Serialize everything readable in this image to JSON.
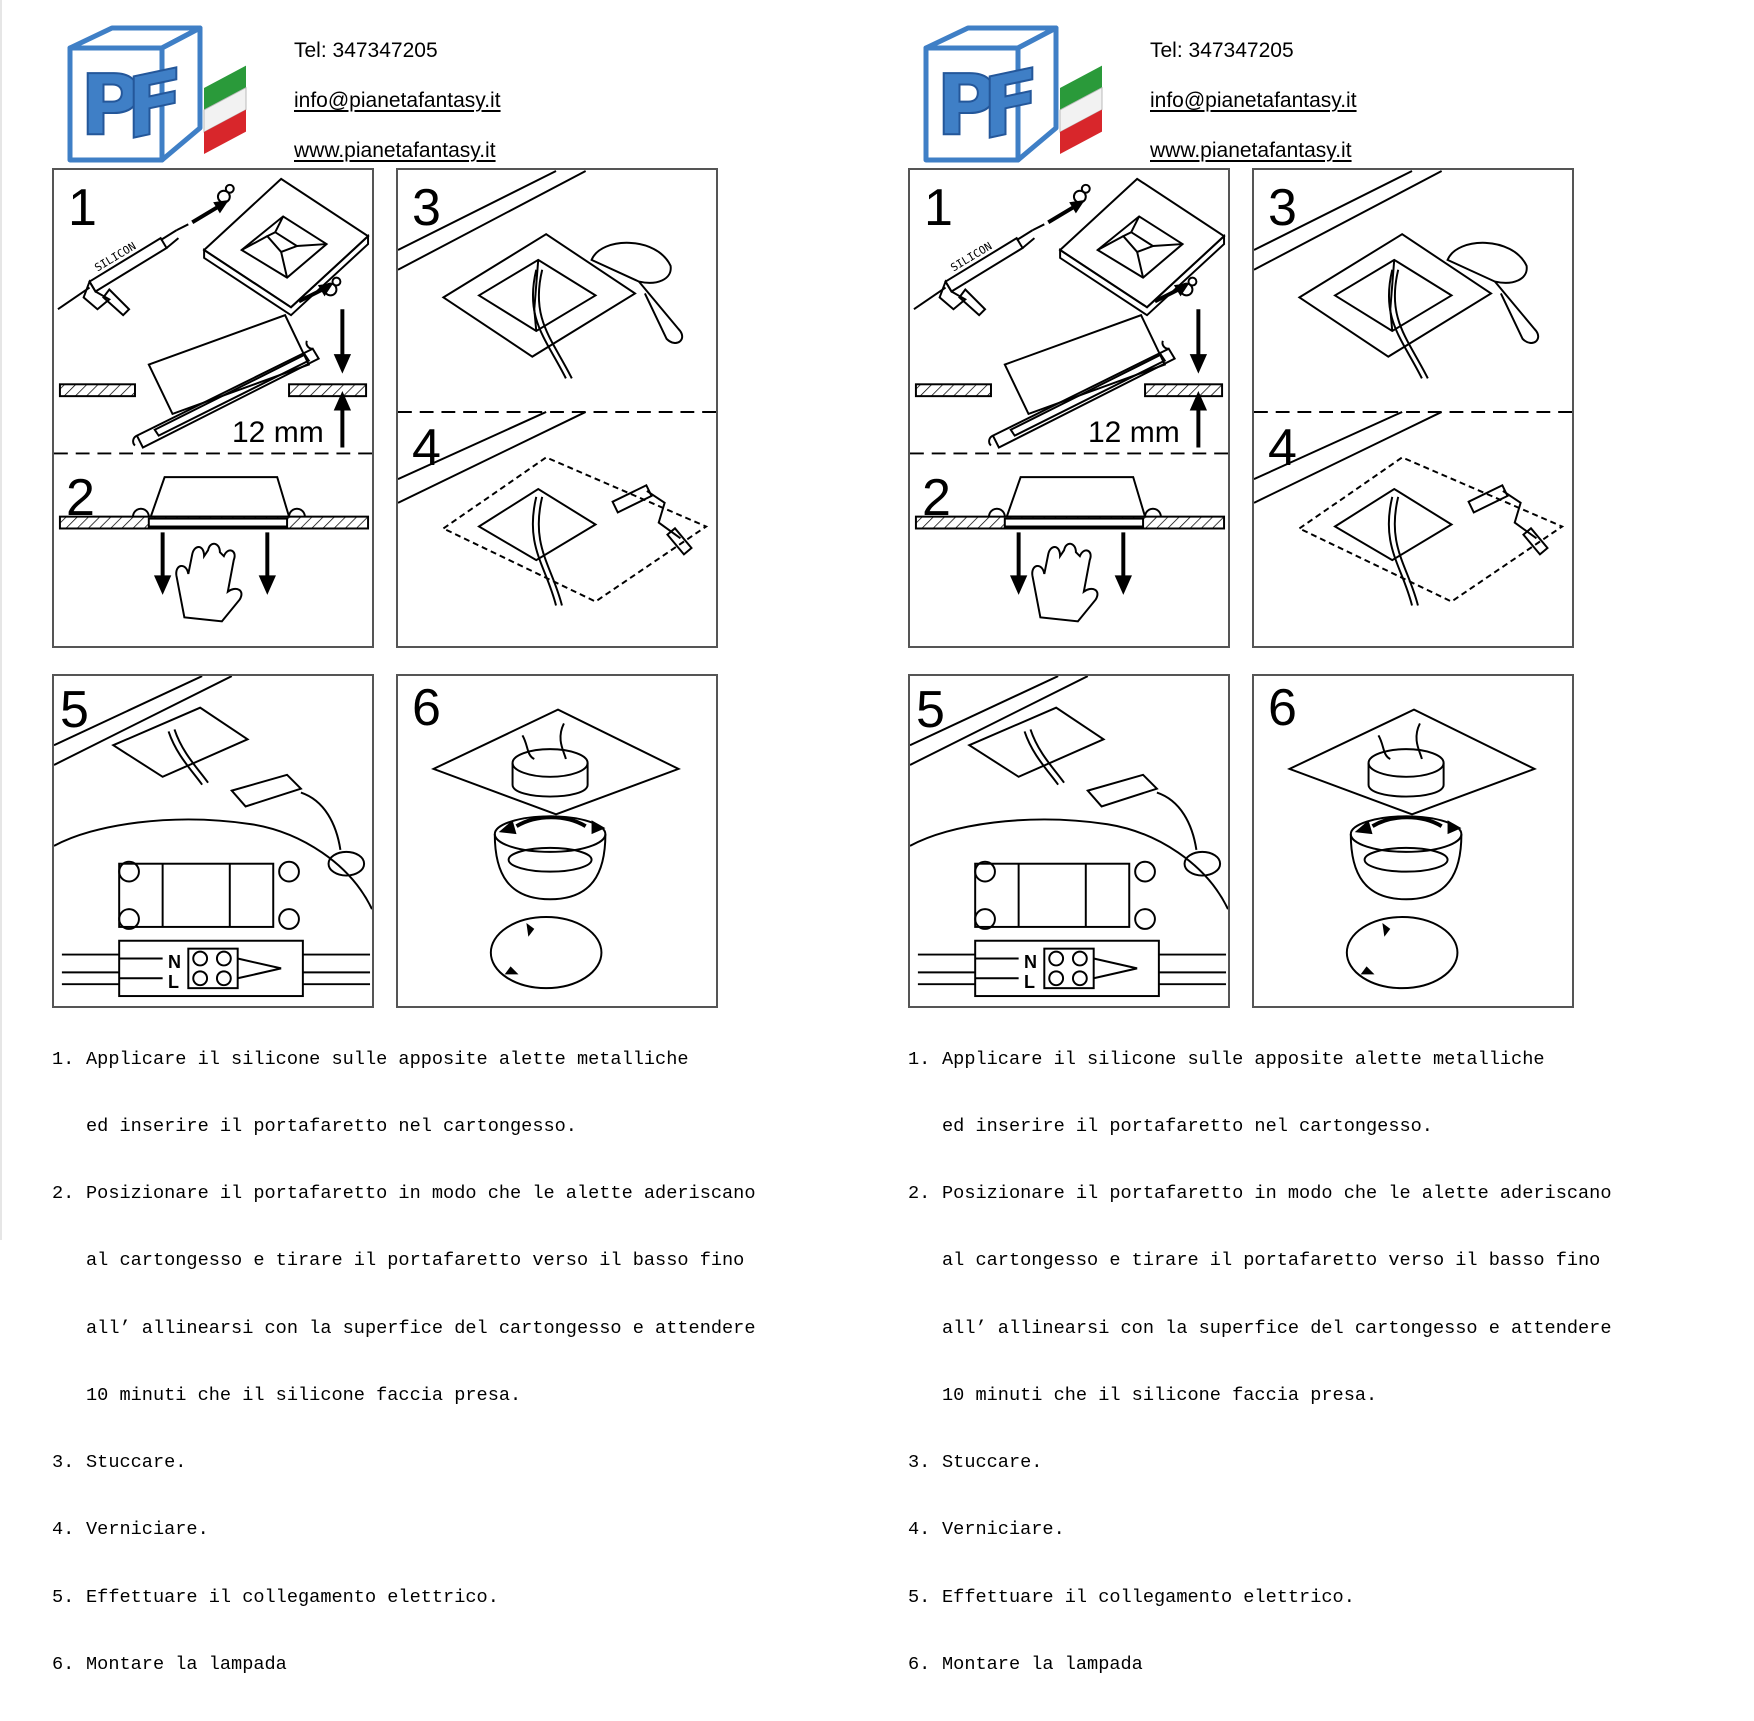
{
  "header": {
    "logo_text": "PF",
    "tel": "Tel: 347347205",
    "email": "info@pianetafantasy.it",
    "website": "www.pianetafantasy.it"
  },
  "figure": {
    "step_numbers": [
      "1",
      "2",
      "3",
      "4",
      "5",
      "6"
    ],
    "cartridge_label": "SILICON",
    "distance_label": "12 mm",
    "terminal_neutral": "N",
    "terminal_live": "L"
  },
  "instructions": [
    {
      "number": "1.",
      "lines": [
        "Applicare il silicone sulle apposite alette metalliche",
        "ed inserire il portafaretto nel cartongesso."
      ]
    },
    {
      "number": "2.",
      "lines": [
        "Posizionare il portafaretto in modo che le alette aderiscano",
        "al cartongesso e tirare il portafaretto verso il basso fino",
        "all’ allinearsi con la superfice del cartongesso e attendere",
        "10 minuti che il silicone faccia presa."
      ]
    },
    {
      "number": "3.",
      "lines": [
        "Stuccare."
      ]
    },
    {
      "number": "4.",
      "lines": [
        "Verniciare."
      ]
    },
    {
      "number": "5.",
      "lines": [
        "Effettuare il collegamento elettrico."
      ]
    },
    {
      "number": "6.",
      "lines": [
        "Montare la lampada"
      ]
    }
  ],
  "colors": {
    "logo_blue": "#3f7fc6",
    "flag_green": "#2a9a3a",
    "flag_red": "#d8262b",
    "line": "#000000"
  }
}
